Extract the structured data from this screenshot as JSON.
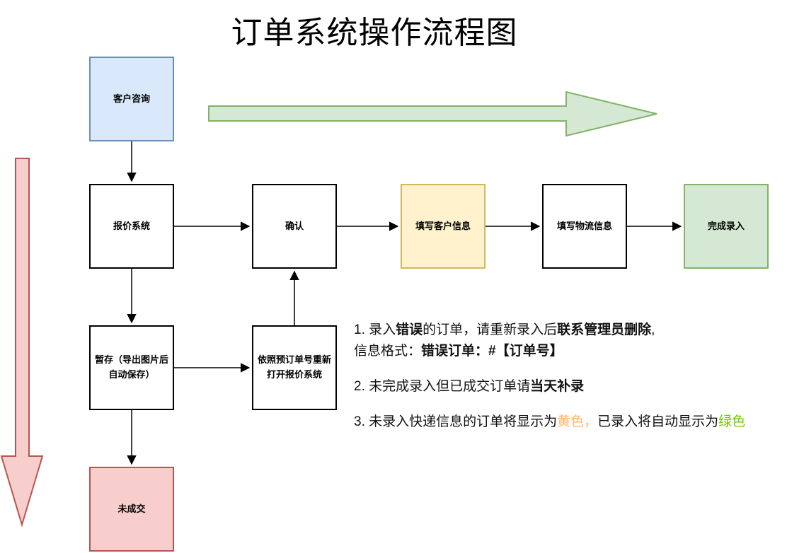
{
  "title": "订单系统操作流程图",
  "colors": {
    "blue_fill": "#dae8fc",
    "blue_border": "#6c8ebf",
    "yellow_fill": "#fff2cc",
    "yellow_border": "#d6b656",
    "green_fill": "#d5e8d4",
    "green_border": "#82b366",
    "red_fill": "#f8cecc",
    "red_border": "#b85450",
    "note_highlight_yellow": "#ffb366",
    "note_highlight_green": "#66cc00"
  },
  "nodes": {
    "customer_inquiry": "客户咨询",
    "quote_system": "报价系统",
    "confirm": "确认",
    "fill_customer_info": "填写客户信息",
    "fill_logistics_info": "填写物流信息",
    "complete_entry": "完成录入",
    "temp_save": "暂存（导出图片后自动保存）",
    "reopen_quote": "依照预订单号重新打开报价系统",
    "no_deal": "未成交"
  },
  "notes": {
    "n1_prefix": "1. 录入",
    "n1_bold1": "错误",
    "n1_mid": "的订单，请重新录入后",
    "n1_bold2": "联系管理员删除",
    "n1_comma": ",",
    "n1_line2_prefix": "信息格式：",
    "n1_line2_bold": "错误订单：#【订单号】",
    "n2_prefix": "2. 未完成录入但已成交订单请",
    "n2_bold": "当天补录",
    "n3_prefix": "3. 未录入快递信息的订单将显示为",
    "n3_yellow": "黄色，",
    "n3_mid": "已录入将自动显示为",
    "n3_green": "绿色"
  }
}
